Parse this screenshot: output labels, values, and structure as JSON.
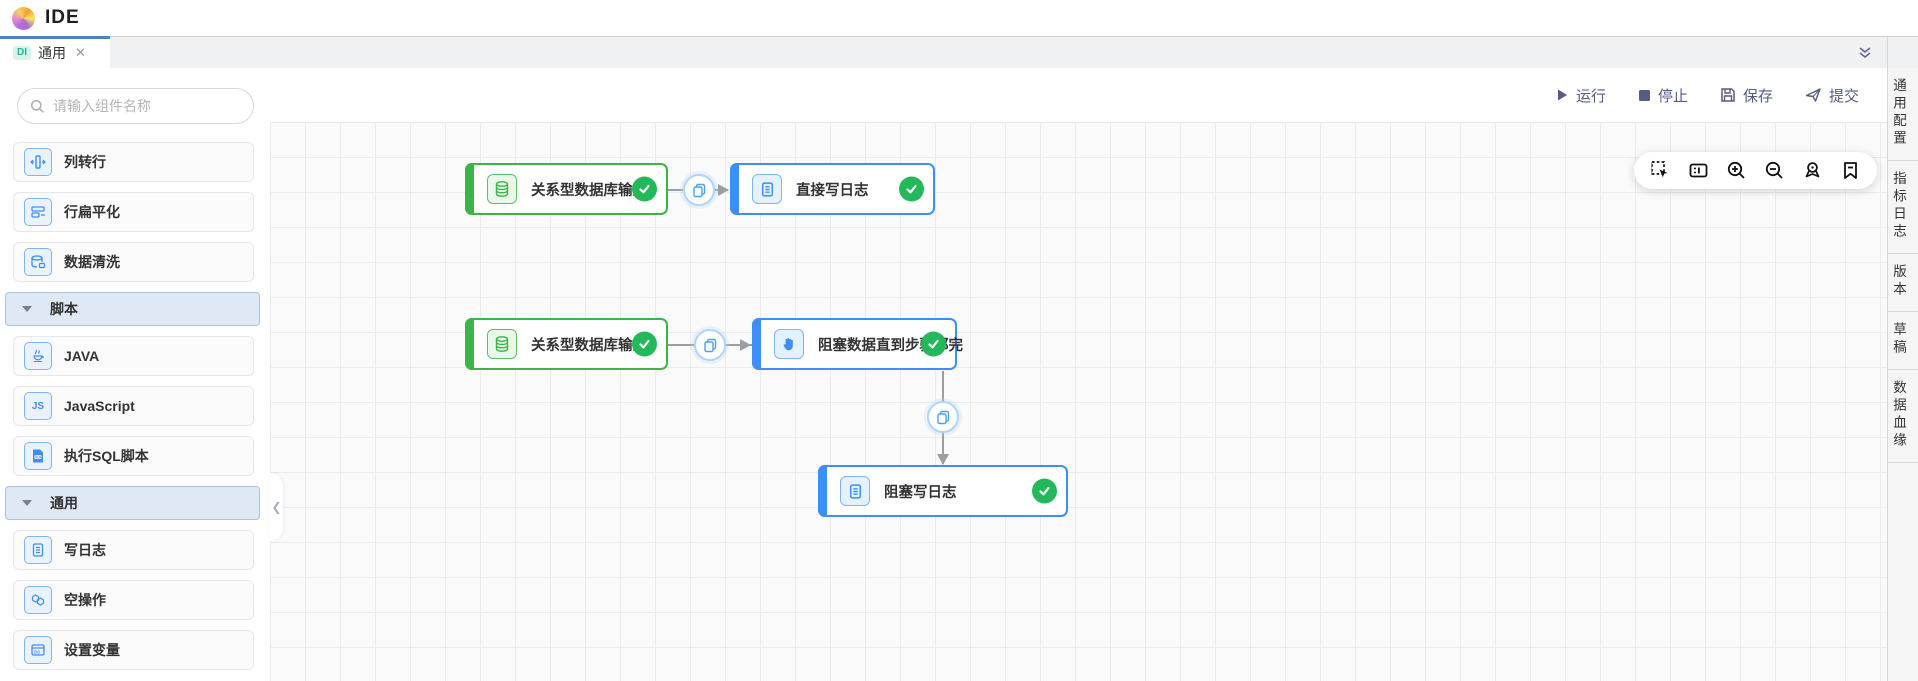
{
  "header": {
    "title": "IDE"
  },
  "tabbar": {
    "tab": {
      "badge": "DI",
      "label": "通用",
      "close_icon": "close-x"
    },
    "collapse_icon": "double-chevron-down"
  },
  "sidebar": {
    "search": {
      "placeholder": "请输入组件名称",
      "icon": "search-icon"
    },
    "items": [
      {
        "type": "item",
        "label": "列转行",
        "icon": "column-to-row-icon"
      },
      {
        "type": "item",
        "label": "行扁平化",
        "icon": "row-flatten-icon"
      },
      {
        "type": "item",
        "label": "数据清洗",
        "icon": "data-clean-icon"
      },
      {
        "type": "section",
        "label": "脚本",
        "icon": "caret-down-icon"
      },
      {
        "type": "item",
        "label": "JAVA",
        "icon": "java-icon"
      },
      {
        "type": "item",
        "label": "JavaScript",
        "icon": "js-icon"
      },
      {
        "type": "item",
        "label": "执行SQL脚本",
        "icon": "sql-file-icon"
      },
      {
        "type": "section",
        "label": "通用",
        "icon": "caret-down-icon"
      },
      {
        "type": "item",
        "label": "写日志",
        "icon": "log-icon"
      },
      {
        "type": "item",
        "label": "空操作",
        "icon": "noop-icon"
      },
      {
        "type": "item",
        "label": "设置变量",
        "icon": "set-variable-icon"
      }
    ]
  },
  "toolbar": {
    "run": "运行",
    "stop": "停止",
    "save": "保存",
    "submit": "提交",
    "icons": [
      "play-icon",
      "stop-icon",
      "save-icon",
      "paper-plane-icon"
    ]
  },
  "canvas": {
    "nodes": [
      {
        "label": "关系型数据库输入",
        "color": "green",
        "icon": "database-icon",
        "status": "success"
      },
      {
        "label": "直接写日志",
        "color": "blue",
        "icon": "log-icon",
        "status": "success"
      },
      {
        "label": "关系型数据库输入1",
        "color": "green",
        "icon": "database-icon",
        "status": "success"
      },
      {
        "label": "阻塞数据直到步骤都完",
        "color": "blue",
        "icon": "hand-icon",
        "status": "success"
      },
      {
        "label": "阻塞写日志",
        "color": "blue",
        "icon": "log-icon",
        "status": "success"
      }
    ],
    "edges": [
      {
        "from": 0,
        "to": 1,
        "badge": "copy-icon"
      },
      {
        "from": 2,
        "to": 3,
        "badge": "copy-icon"
      },
      {
        "from": 3,
        "to": 4,
        "badge": "copy-icon"
      }
    ],
    "tools": [
      "marquee-select",
      "minimap",
      "zoom-in",
      "zoom-out",
      "locate",
      "bookmark"
    ]
  },
  "rightbar": {
    "items": [
      "通用配置",
      "指标日志",
      "版本",
      "草稿",
      "数据血缘"
    ]
  },
  "colors": {
    "accent_blue": "#3d8ef7",
    "accent_green": "#3cb44a",
    "success_green": "#23b859",
    "toolbar_text": "#565b83",
    "tab_indicator": "#4e80bd",
    "badge_teal": "#27b795"
  }
}
